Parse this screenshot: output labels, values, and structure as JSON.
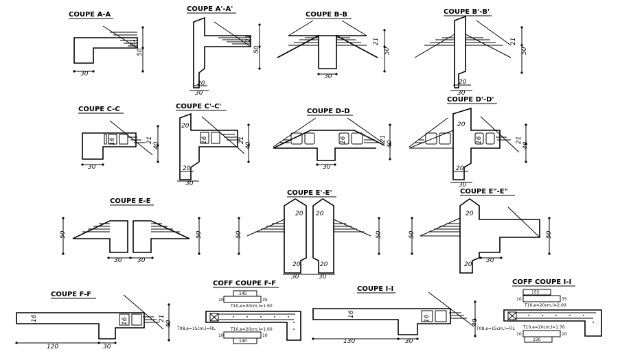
{
  "sections": [
    {
      "id": "a-a",
      "title": "COUPE A-A",
      "dims": [
        "21",
        "50",
        "30"
      ]
    },
    {
      "id": "a-prime",
      "title": "COUPE A'-A'",
      "dims": [
        "21",
        "50",
        "20",
        "30"
      ]
    },
    {
      "id": "b-b",
      "title": "COUPE B-B",
      "dims": [
        "21",
        "50",
        "30"
      ]
    },
    {
      "id": "b-prime",
      "title": "COUPE B'-B'",
      "dims": [
        "21",
        "50",
        "20",
        "30"
      ]
    },
    {
      "id": "c-c",
      "title": "COUPE C-C",
      "dims": [
        "16",
        "21",
        "40",
        "30"
      ]
    },
    {
      "id": "c-prime",
      "title": "COUPE C'-C'",
      "dims": [
        "20",
        "16",
        "21",
        "40",
        "20",
        "30"
      ]
    },
    {
      "id": "d-d",
      "title": "COUPE D-D",
      "dims": [
        "16",
        "21",
        "40",
        "30"
      ]
    },
    {
      "id": "d-prime",
      "title": "COUPE D'-D'",
      "dims": [
        "20",
        "16",
        "21",
        "40",
        "20",
        "30"
      ]
    },
    {
      "id": "e-e",
      "title": "COUPE E-E",
      "dims": [
        "50",
        "50",
        "30",
        "30"
      ]
    },
    {
      "id": "e-prime",
      "title": "COUPE E'-E'",
      "dims": [
        "50",
        "50",
        "20",
        "20",
        "20",
        "20",
        "30",
        "30"
      ]
    },
    {
      "id": "e-second",
      "title": "COUPE E\"-E\"",
      "dims": [
        "50",
        "50",
        "20",
        "20",
        "30"
      ]
    },
    {
      "id": "f-f",
      "title": "COUPE F-F",
      "dims": [
        "16",
        "16",
        "21",
        "40",
        "120",
        "30"
      ]
    },
    {
      "id": "coff-f",
      "title": "COFF COUPE F-F",
      "dims": [
        "145",
        "10",
        "35",
        "140",
        "10",
        "10"
      ],
      "notes": [
        "T10,e=20cm,l=1.90",
        "T08,e=15cm,l=FIL",
        "T10,e=20cm,l=1.60"
      ]
    },
    {
      "id": "i-i",
      "title": "COUPE I-I",
      "dims": [
        "16",
        "16",
        "40",
        "130",
        "30"
      ]
    },
    {
      "id": "coff-i",
      "title": "COFF COUPE I-I",
      "dims": [
        "155",
        "10",
        "35",
        "150",
        "10",
        "10"
      ],
      "notes": [
        "T10,e=20cm,l=2.00",
        "T08,e=15cm,l=FIL",
        "T10,e=20cm,l=1.70"
      ]
    }
  ]
}
